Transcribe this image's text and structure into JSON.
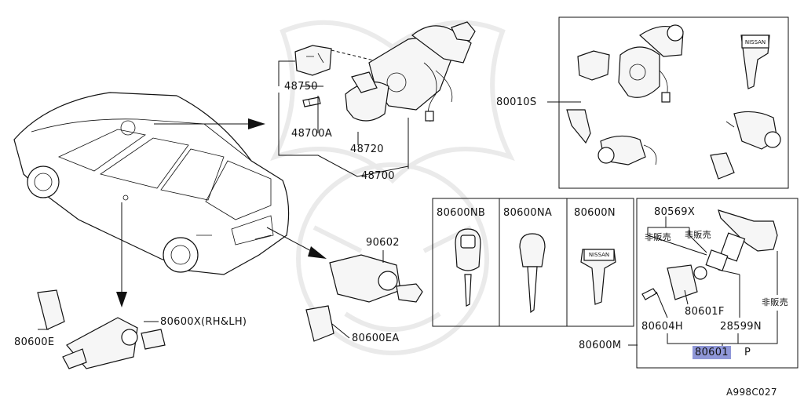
{
  "diagram_code": "A998C027",
  "parts": {
    "p48750": "48750",
    "p48700A": "48700A",
    "p48720": "48720",
    "p48700": "48700",
    "p80010S": "80010S",
    "p90602": "90602",
    "p80600X": "80600X(RH&LH)",
    "p80600E": "80600E",
    "p80600EA": "80600EA",
    "p80600NB": "80600NB",
    "p80600NA": "80600NA",
    "p80600N": "80600N",
    "p80569X": "80569X",
    "p80601F": "80601F",
    "p80604H": "80604H",
    "p28599N": "28599N",
    "p80600M": "80600M",
    "p80601": "80601",
    "p80601_suffix": "P"
  },
  "notes": {
    "not_for_sale_1": "非販売",
    "not_for_sale_2": "非販売",
    "not_for_sale_3": "非販売"
  },
  "key_brand": "NISSAN",
  "colors": {
    "highlight": "#8f97d8",
    "line": "#111111"
  }
}
